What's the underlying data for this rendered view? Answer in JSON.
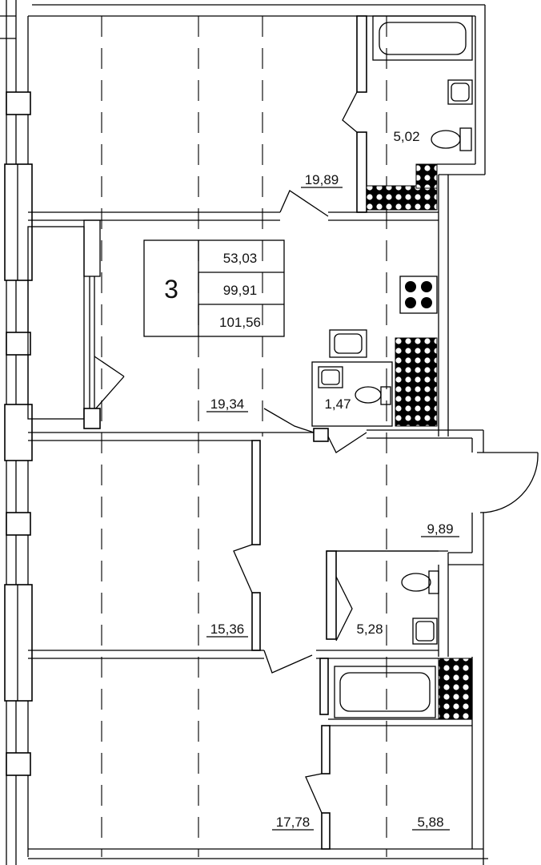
{
  "summary": {
    "rooms": "3",
    "living_area": "53,03",
    "total_area": "99,91",
    "total_area_with_balcony": "101,56"
  },
  "rooms": [
    {
      "id": "bedroom-top",
      "area": "19,89"
    },
    {
      "id": "bathroom-top",
      "area": "5,02"
    },
    {
      "id": "kitchen-living",
      "area": "19,34"
    },
    {
      "id": "wc-small",
      "area": "1,47"
    },
    {
      "id": "hall",
      "area": "9,89"
    },
    {
      "id": "bedroom-middle",
      "area": "15,36"
    },
    {
      "id": "bathroom-middle",
      "area": "5,28"
    },
    {
      "id": "bedroom-bottom",
      "area": "17,78"
    },
    {
      "id": "storage-bottom",
      "area": "5,88"
    }
  ]
}
